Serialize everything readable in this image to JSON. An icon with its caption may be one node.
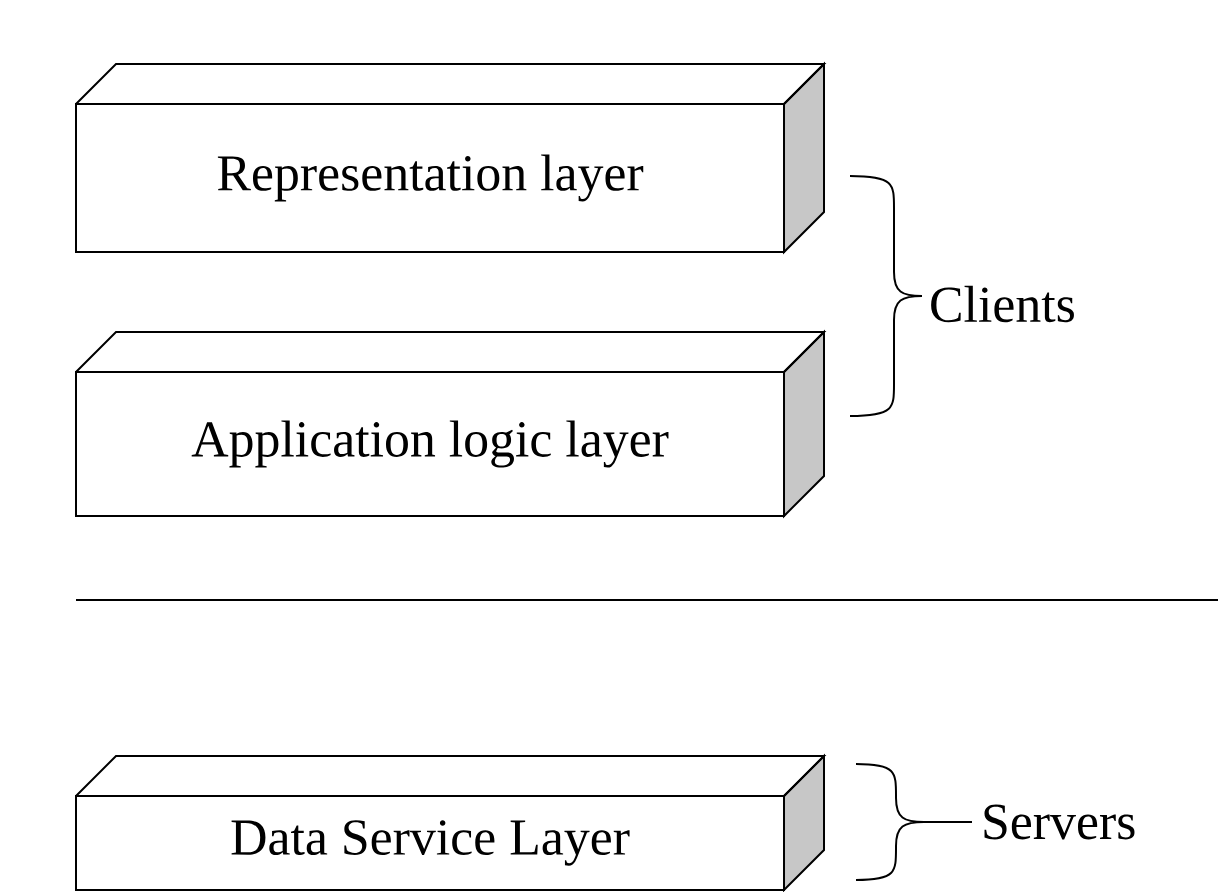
{
  "diagram": {
    "nodes": [
      {
        "text": [
          "Representation layer"
        ]
      },
      {
        "text": [
          "Application logic layer"
        ]
      },
      {
        "text": [
          "Data Service Layer"
        ]
      }
    ],
    "labels": [
      "Clients",
      "Servers"
    ]
  }
}
